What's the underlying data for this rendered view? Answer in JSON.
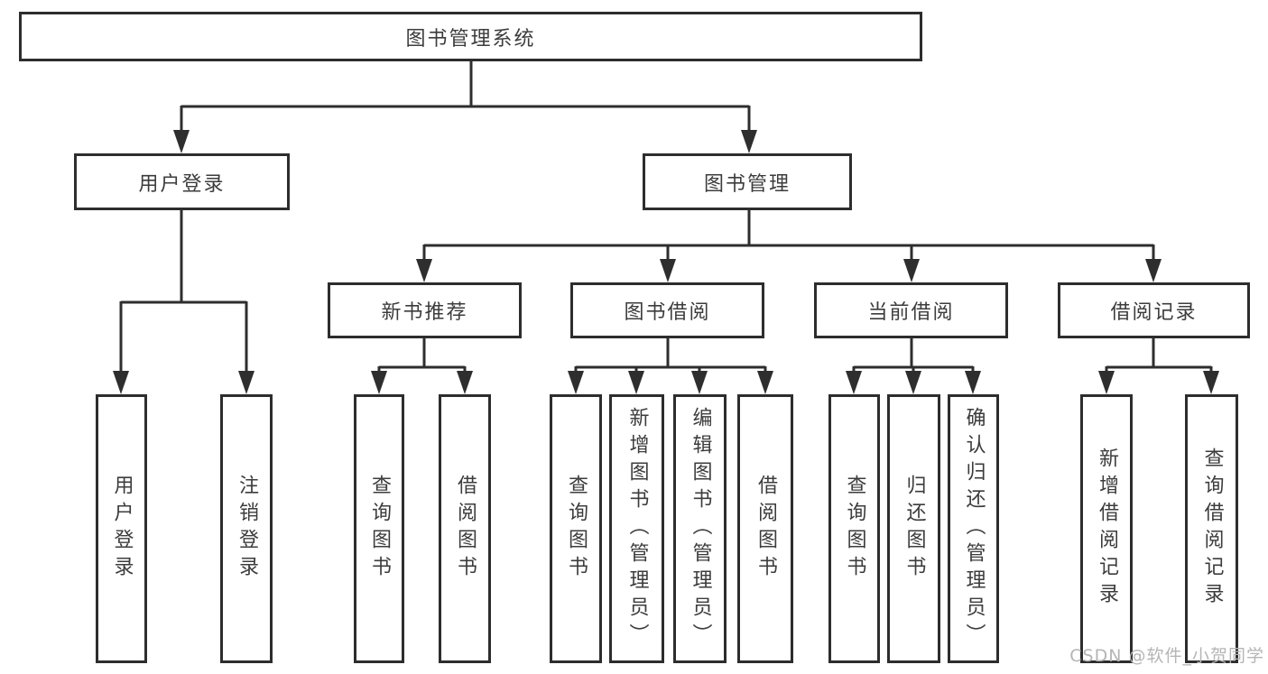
{
  "diagram": {
    "tree": {
      "label": "图书管理系统",
      "children": [
        {
          "label": "用户登录",
          "children": [
            {
              "label": "用户登录"
            },
            {
              "label": "注销登录"
            }
          ]
        },
        {
          "label": "图书管理",
          "children": [
            {
              "label": "新书推荐",
              "children": [
                {
                  "label": "查询图书"
                },
                {
                  "label": "借阅图书"
                }
              ]
            },
            {
              "label": "图书借阅",
              "children": [
                {
                  "label": "查询图书"
                },
                {
                  "label": "新增图书（管理员）"
                },
                {
                  "label": "编辑图书（管理员）"
                },
                {
                  "label": "借阅图书"
                }
              ]
            },
            {
              "label": "当前借阅",
              "children": [
                {
                  "label": "查询图书"
                },
                {
                  "label": "归还图书"
                },
                {
                  "label": "确认归还（管理员）"
                }
              ]
            },
            {
              "label": "借阅记录",
              "children": [
                {
                  "label": "新增借阅记录"
                },
                {
                  "label": "查询借阅记录"
                }
              ]
            }
          ]
        }
      ]
    },
    "colors": {
      "line": "#2e2e2e",
      "border": "#2d2d2d",
      "text": "#3c3c3c",
      "background": "#ffffff",
      "watermark_text": "#b5b5b5"
    }
  },
  "watermark": {
    "text": "CSDN @软件_小贺同学"
  }
}
